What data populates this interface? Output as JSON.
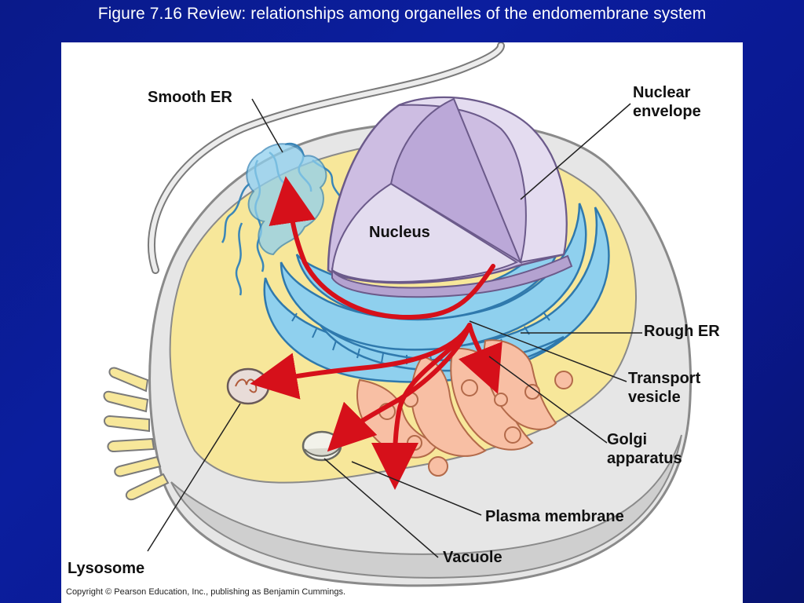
{
  "slide": {
    "title": "Figure 7.16  Review: relationships among organelles of the endomembrane system"
  },
  "figure": {
    "labels": {
      "smooth_er": "Smooth ER",
      "nuclear_envelope": "Nuclear\nenvelope",
      "nucleus": "Nucleus",
      "rough_er": "Rough ER",
      "transport_vesicle": "Transport\nvesicle",
      "golgi_apparatus": "Golgi\napparatus",
      "plasma_membrane": "Plasma membrane",
      "vacuole": "Vacuole",
      "lysosome": "Lysosome"
    },
    "copyright": "Copyright © Pearson Education, Inc., publishing as Benjamin Cummings."
  },
  "colors": {
    "background": "#0b1e9e",
    "cytoplasm": "#f7e79a",
    "er": "#8fd0ee",
    "nucleus": "#c9b8de",
    "golgi": "#f8bfa4",
    "arrow": "#d6101a",
    "cell_outline": "#d8d8d8"
  }
}
